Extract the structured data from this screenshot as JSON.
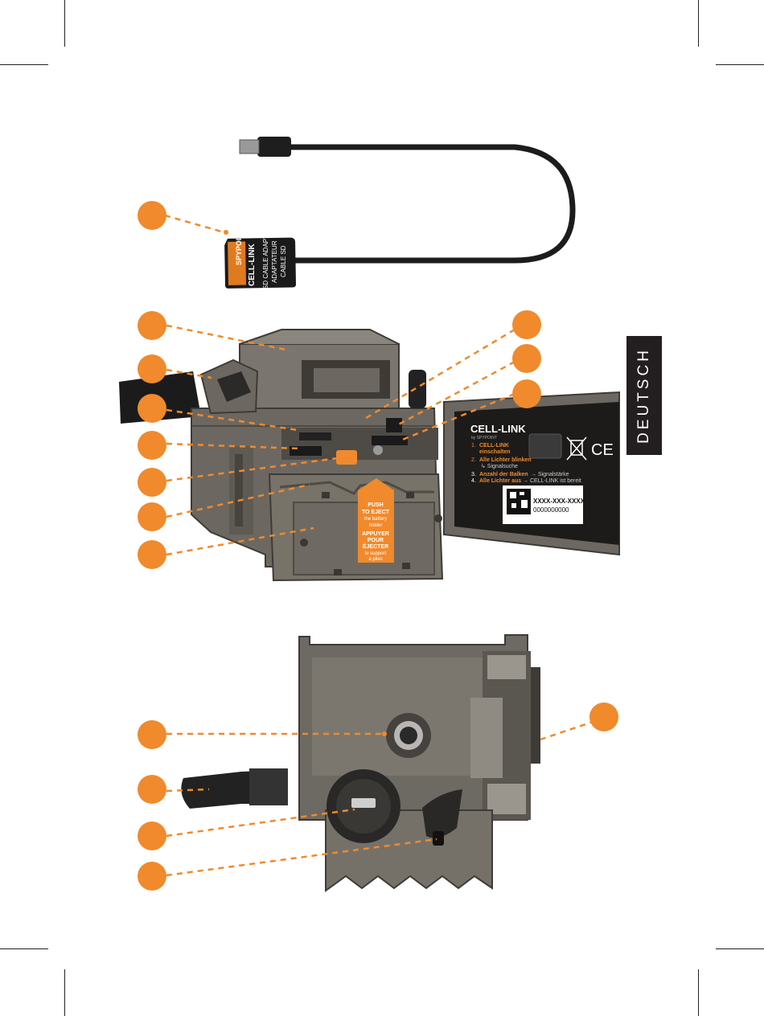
{
  "side_tab": {
    "label": "DEUTSCH"
  },
  "sd_card": {
    "brand": "SPYPOINT",
    "product": "CELL-LINK",
    "line1": "SD CABLE ADAPTER",
    "line2": "ADAPTATEUR",
    "line3": "CABLE SD"
  },
  "battery_label": {
    "en_head": "PUSH",
    "en_head2": "TO EJECT",
    "en_sub1": "the battery",
    "en_sub2": "holder",
    "fr_head": "APPUYER",
    "fr_head2": "POUR",
    "fr_head3": "ÉJECTER",
    "fr_sub1": "le support",
    "fr_sub2": "à piles"
  },
  "door_panel": {
    "title": "CELL-LINK",
    "subtitle": "by SPYPOINT",
    "steps": [
      {
        "num": "1.",
        "orange": "CELL-LINK",
        "orange2": "einschalten",
        "rest": ""
      },
      {
        "num": "2.",
        "orange": "Alle Lichter blinken",
        "orange2": "",
        "rest": "↳ Signalsuche"
      },
      {
        "num": "3.",
        "orange": "Anzahl der Balken",
        "orange2": "",
        "rest": "→ Signalstärke"
      },
      {
        "num": "4.",
        "orange": "Alle Lichter aus",
        "orange2": "",
        "rest": "→ CELL-LINK ist bereit"
      }
    ],
    "id_code": "XXXX-XXX-XXXX",
    "serial": "0000000000",
    "ce_mark": "CE"
  },
  "colors": {
    "accent": "#f08a2c",
    "camera_body": "#6e6a63",
    "camera_dark": "#4f4b45",
    "side_tab": "#231f20"
  }
}
